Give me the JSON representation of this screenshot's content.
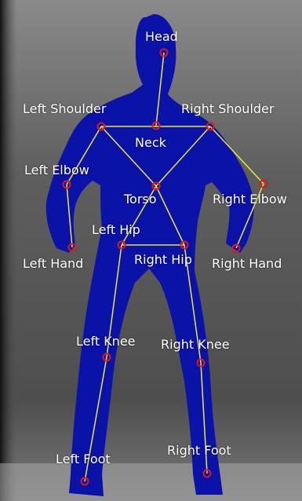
{
  "colors": {
    "body_silhouette": "#0a12a8",
    "skeleton_line": "#e8e83a",
    "joint_marker": "#d81b1b",
    "label_text": "#ffffff"
  },
  "joints": {
    "head": "Head",
    "neck": "Neck",
    "left_shoulder": "Left Shoulder",
    "right_shoulder": "Right Shoulder",
    "torso": "Torso",
    "left_elbow": "Left Elbow",
    "right_elbow": "Right Elbow",
    "left_hand": "Left Hand",
    "right_hand": "Right Hand",
    "left_hip": "Left Hip",
    "right_hip": "Right Hip",
    "left_knee": "Left Knee",
    "right_knee": "Right Knee",
    "left_foot": "Left Foot",
    "right_foot": "Right Foot"
  }
}
